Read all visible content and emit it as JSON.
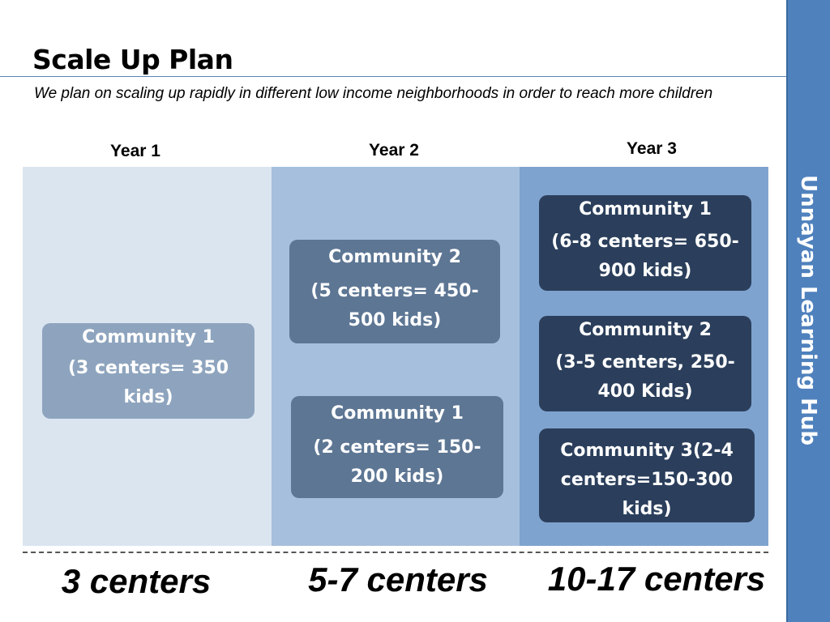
{
  "header": {
    "title": "Scale Up Plan",
    "subtitle": "We plan on scaling up rapidly in different low income neighborhoods in order to reach more children"
  },
  "side_label": "Unnayan Learning Hub",
  "years": [
    {
      "label": "Year 1",
      "total": "3 centers",
      "boxes": [
        {
          "name": "Community 1",
          "detail": "(3 centers= 350 kids)"
        }
      ]
    },
    {
      "label": "Year 2",
      "total": "5-7 centers",
      "boxes": [
        {
          "name": "Community 2",
          "detail": "(5 centers= 450-500 kids)"
        },
        {
          "name": "Community 1",
          "detail": "(2 centers= 150-200 kids)"
        }
      ]
    },
    {
      "label": "Year 3",
      "total": "10-17 centers",
      "boxes": [
        {
          "name": "Community 1",
          "detail": "(6-8 centers= 650-900 kids)"
        },
        {
          "name": "Community 2",
          "detail": "(3-5 centers, 250-400 Kids)"
        },
        {
          "name": "Community 3(2-4 centers=150-300 kids)",
          "detail": ""
        }
      ]
    }
  ],
  "colors": {
    "accent": "#4f81bd",
    "col1": "#dbe5f0",
    "col2": "#a6bfdd",
    "col3": "#7fa3cf",
    "box_light": "#8ea4be",
    "box_mid": "#5d7694",
    "box_dark": "#2b3f5c"
  }
}
